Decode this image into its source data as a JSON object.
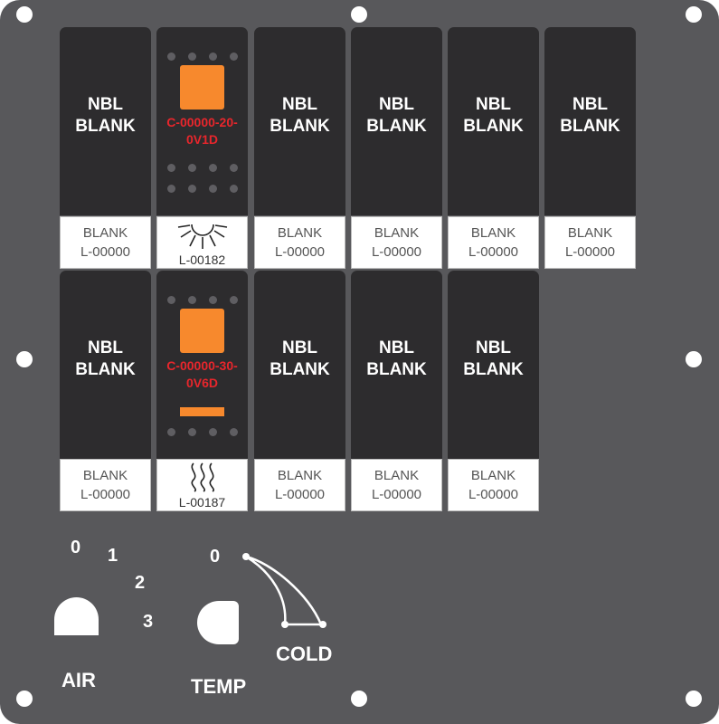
{
  "panel": {
    "background": "#58585b",
    "accent_lamp": "#f7892d",
    "accent_code": "#e8262c"
  },
  "row1": {
    "switches": [
      {
        "type": "blank",
        "line1": "NBL",
        "line2": "BLANK",
        "label1": "BLANK",
        "label2": "L-00000"
      },
      {
        "type": "lamp",
        "code1": "C-00000-20-",
        "code2": "0V1D",
        "label_icon": "light-icon",
        "label_code": "L-00182"
      },
      {
        "type": "blank",
        "line1": "NBL",
        "line2": "BLANK",
        "label1": "BLANK",
        "label2": "L-00000"
      },
      {
        "type": "blank",
        "line1": "NBL",
        "line2": "BLANK",
        "label1": "BLANK",
        "label2": "L-00000"
      },
      {
        "type": "blank",
        "line1": "NBL",
        "line2": "BLANK",
        "label1": "BLANK",
        "label2": "L-00000"
      },
      {
        "type": "blank",
        "line1": "NBL",
        "line2": "BLANK",
        "label1": "BLANK",
        "label2": "L-00000"
      }
    ]
  },
  "row2": {
    "switches": [
      {
        "type": "blank",
        "line1": "NBL",
        "line2": "BLANK",
        "label1": "BLANK",
        "label2": "L-00000"
      },
      {
        "type": "lamp",
        "code1": "C-00000-30-",
        "code2": "0V6D",
        "label_icon": "heat-icon",
        "label_code": "L-00187"
      },
      {
        "type": "blank",
        "line1": "NBL",
        "line2": "BLANK",
        "label1": "BLANK",
        "label2": "L-00000"
      },
      {
        "type": "blank",
        "line1": "NBL",
        "line2": "BLANK",
        "label1": "BLANK",
        "label2": "L-00000"
      },
      {
        "type": "blank",
        "line1": "NBL",
        "line2": "BLANK",
        "label1": "BLANK",
        "label2": "L-00000"
      }
    ]
  },
  "air": {
    "label": "AIR",
    "positions": [
      "0",
      "1",
      "2",
      "3"
    ]
  },
  "temp": {
    "label": "TEMP",
    "zero": "0",
    "cold": "COLD"
  }
}
